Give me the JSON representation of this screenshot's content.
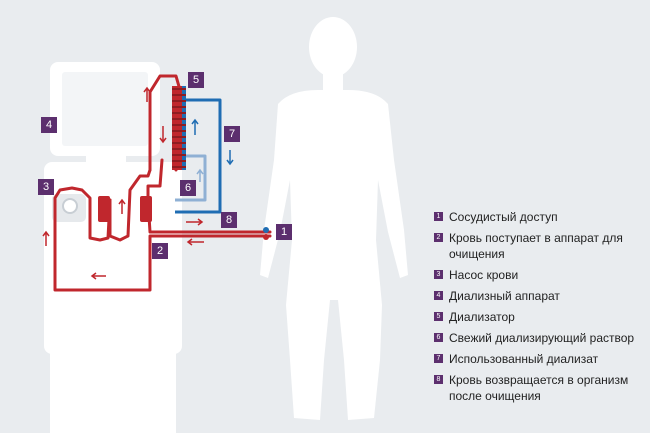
{
  "colors": {
    "background": "#e9ecef",
    "machine": "#ffffff",
    "human": "#ffffff",
    "blood_line": "#c0272d",
    "dialysate_line": "#1f6db3",
    "fresh_dialysate_line": "#8fb0d4",
    "badge": "#5c2f6e"
  },
  "tags": [
    "1",
    "2",
    "3",
    "4",
    "5",
    "6",
    "7",
    "8"
  ],
  "legend": [
    {
      "num": "1",
      "text": "Сосудистый доступ"
    },
    {
      "num": "2",
      "text": "Кровь поступает в аппарат для очищения"
    },
    {
      "num": "3",
      "text": "Насос крови"
    },
    {
      "num": "4",
      "text": "Диализный аппарат"
    },
    {
      "num": "5",
      "text": "Диализатор"
    },
    {
      "num": "6",
      "text": "Свежий диализирующий раствор"
    },
    {
      "num": "7",
      "text": "Использованный диализат"
    },
    {
      "num": "8",
      "text": "Кровь возвращается в организм после очищения"
    }
  ]
}
